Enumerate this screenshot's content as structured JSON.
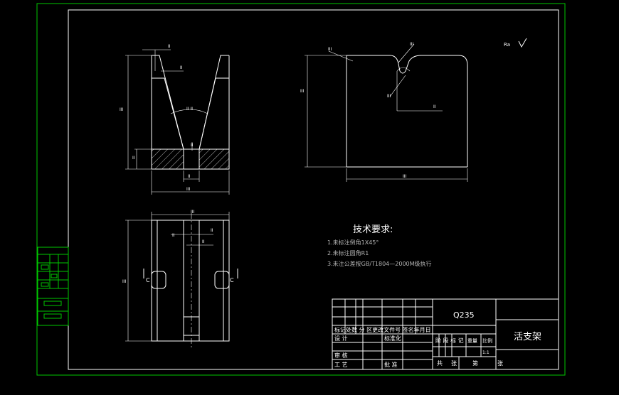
{
  "tech_requirements": {
    "title": "技术要求:",
    "items": [
      "1.未标注倒角1X45°",
      "2.未标注圆角R1",
      "3.未注公差按GB/T1804—2000M级执行"
    ]
  },
  "title_block": {
    "material": "Q235",
    "part_name": "活支架",
    "scale": "1:1",
    "row_header": "标记处数 分 区更改文件号 签名年月日",
    "design_label": "设 计",
    "standardization_label": "标准化",
    "stage_header": "阶 段 标 记",
    "weight_header": "重量",
    "scale_header": "比例",
    "review_label": "审 核",
    "process_label": "工 艺",
    "approve_label": "批 准",
    "total_label": "共",
    "sheets_label": "张",
    "sheet_label": "第",
    "sheet_end_label": "张"
  },
  "roughness_note": "Ra",
  "section_marks": {
    "left": "C",
    "right": "C"
  },
  "colors": {
    "background": "#000000",
    "lines": "#ffffff",
    "border": "#00c800"
  }
}
